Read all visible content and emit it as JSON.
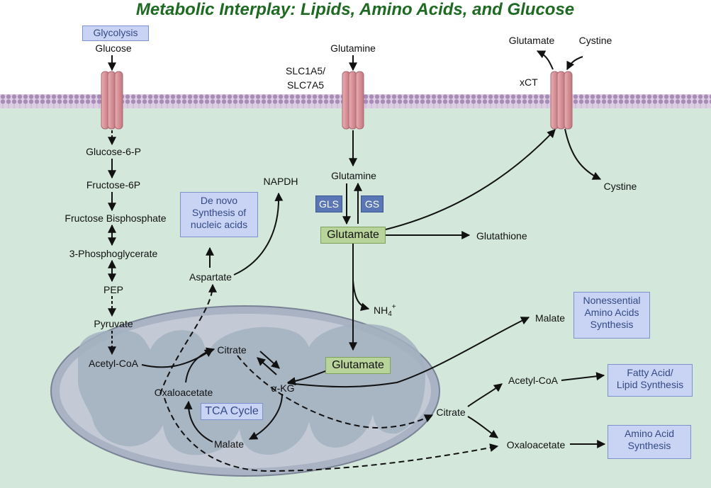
{
  "title": "Metabolic Interplay: Lipids, Amino Acids, and Glucose",
  "boxes": {
    "glycolysis": "Glycolysis",
    "de_novo": [
      "De novo",
      "Synthesis of",
      "nucleic acids"
    ],
    "gls": "GLS",
    "gs": "GS",
    "glutamate_cyto": "Glutamate",
    "glutamate_mito": "Glutamate",
    "tca_cycle": "TCA Cycle",
    "nonessential": [
      "Nonessential",
      "Amino Acids",
      "Synthesis"
    ],
    "fatty_acid": [
      "Fatty Acid/",
      "Lipid Synthesis"
    ],
    "amino_acid": [
      "Amino Acid",
      "Synthesis"
    ]
  },
  "labels": {
    "glucose": "Glucose",
    "glucose6p": "Glucose-6-P",
    "fructose6p": "Fructose-6P",
    "fructose_bisphosphate": "Fructose Bisphosphate",
    "phosphoglycerate": "3-Phosphoglycerate",
    "pep": "PEP",
    "pyruvate": "Pyruvate",
    "acetyl_coa_mito": "Acetyl-CoA",
    "citrate_mito": "Citrate",
    "oxaloacetate_mito": "Oxaloacetate",
    "akg": "α-KG",
    "malate_mito": "Malate",
    "aspartate": "Aspartate",
    "napdh": "NAPDH",
    "glutamine_top": "Glutamine",
    "slc": [
      "SLC1A5/",
      "SLC7A5"
    ],
    "glutamine_inner": "Glutamine",
    "glutathione": "Glutathione",
    "nh4": "NH",
    "nh4_sub": "4",
    "nh4_sup": "+",
    "glutamate_out": "Glutamate",
    "cystine_out": "Cystine",
    "xct": "xCT",
    "cystine_in": "Cystine",
    "malate_cyto": "Malate",
    "acetyl_coa_cyto": "Acetyl-CoA",
    "citrate_cyto": "Citrate",
    "oxaloacetate_cyto": "Oxaloacetate"
  }
}
